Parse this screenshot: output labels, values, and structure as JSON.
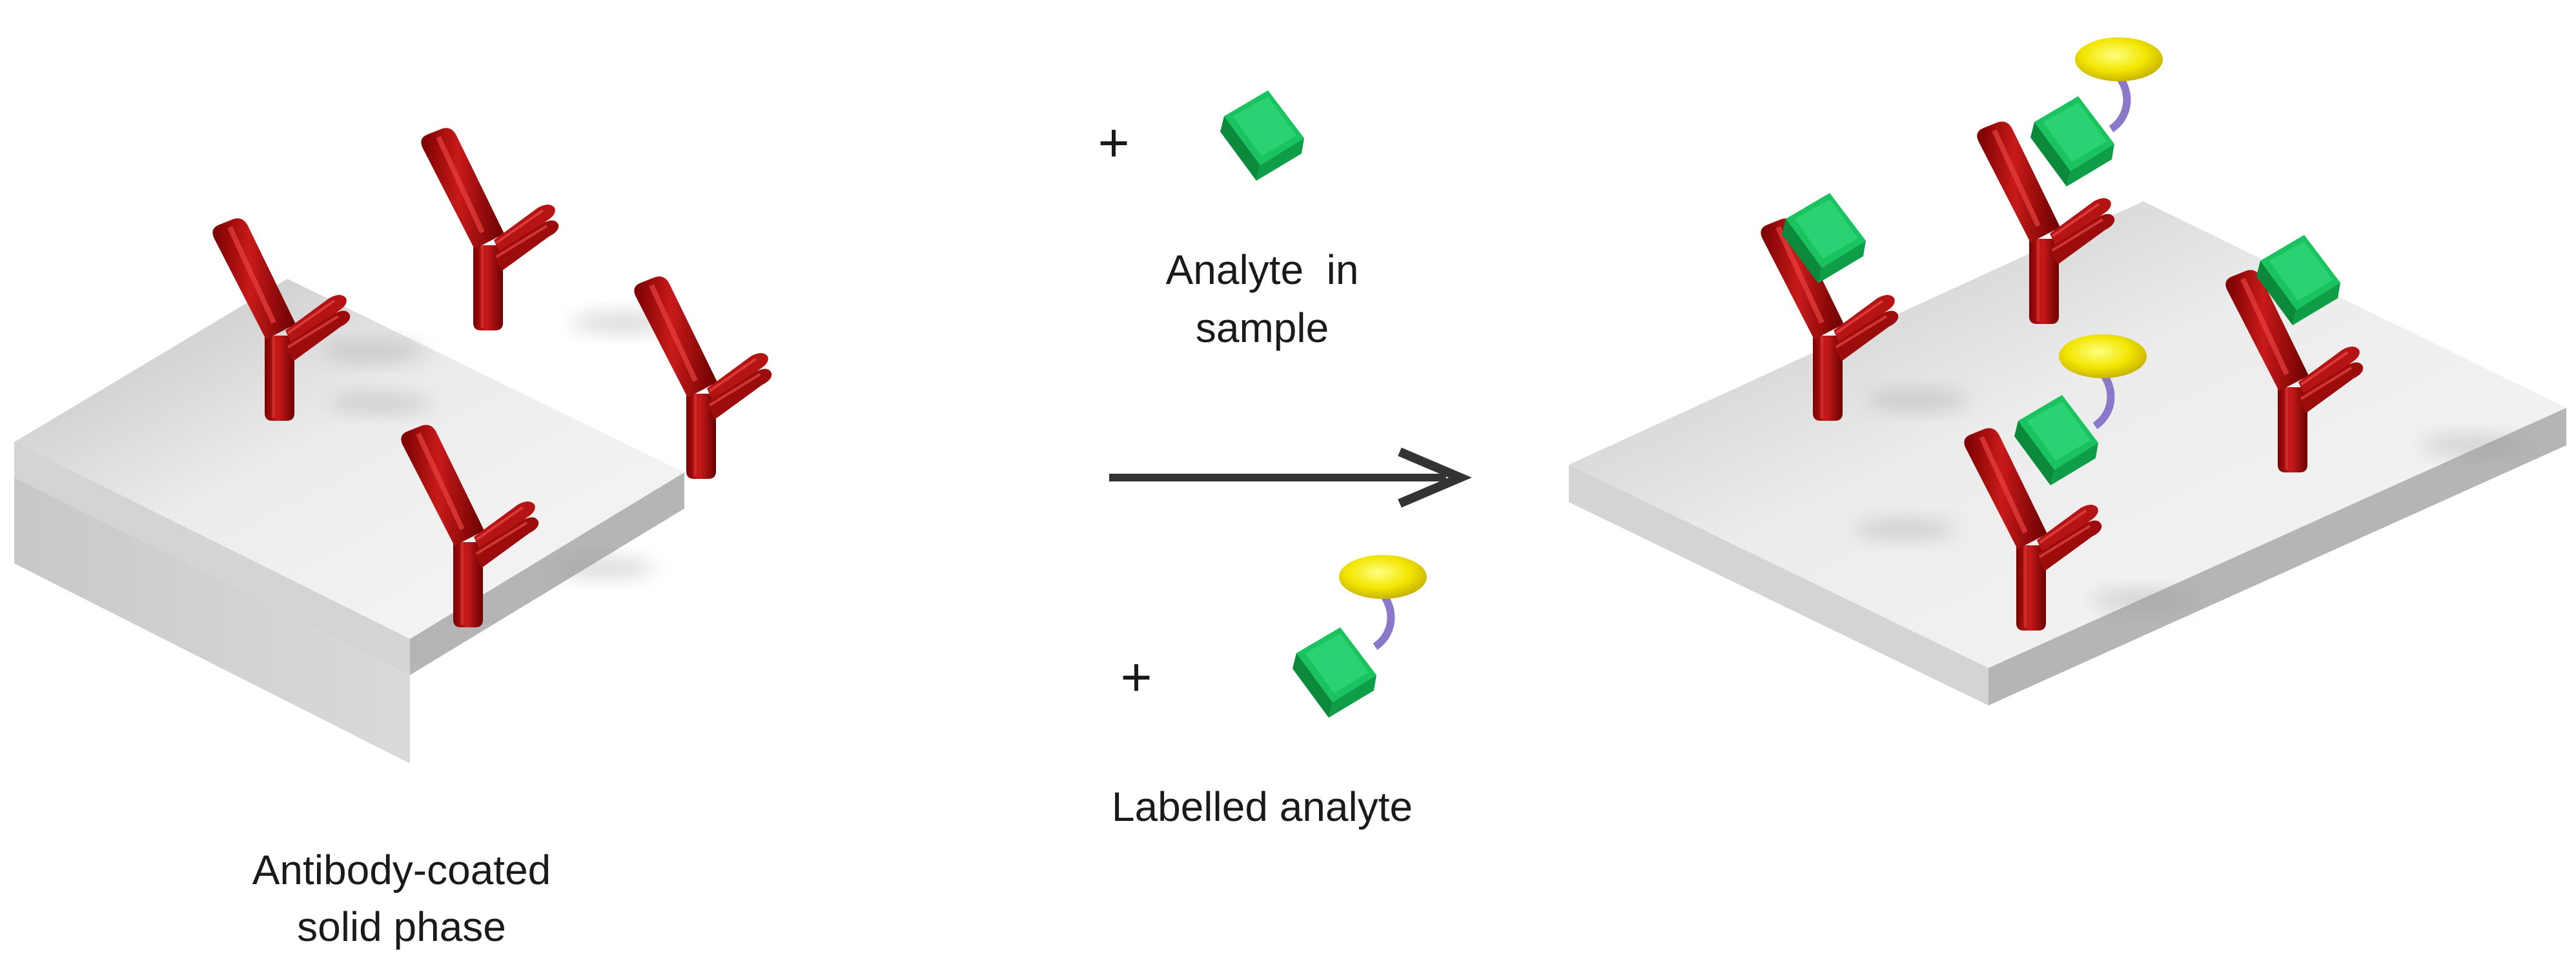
{
  "labels": {
    "solid_phase_line1": "Antibody-coated",
    "solid_phase_line2": "solid phase",
    "plus_top": "+",
    "analyte_line1": "Analyte  in",
    "analyte_line2": "sample",
    "plus_bottom": "+",
    "labelled_analyte": "Labelled analyte"
  },
  "colors": {
    "antibody": "#b01010",
    "analyte": "#18b45a",
    "label_tag": "#f2e600",
    "linker": "#8c78c8",
    "plate_top": "#e6e6e6",
    "arrow": "#333333"
  }
}
